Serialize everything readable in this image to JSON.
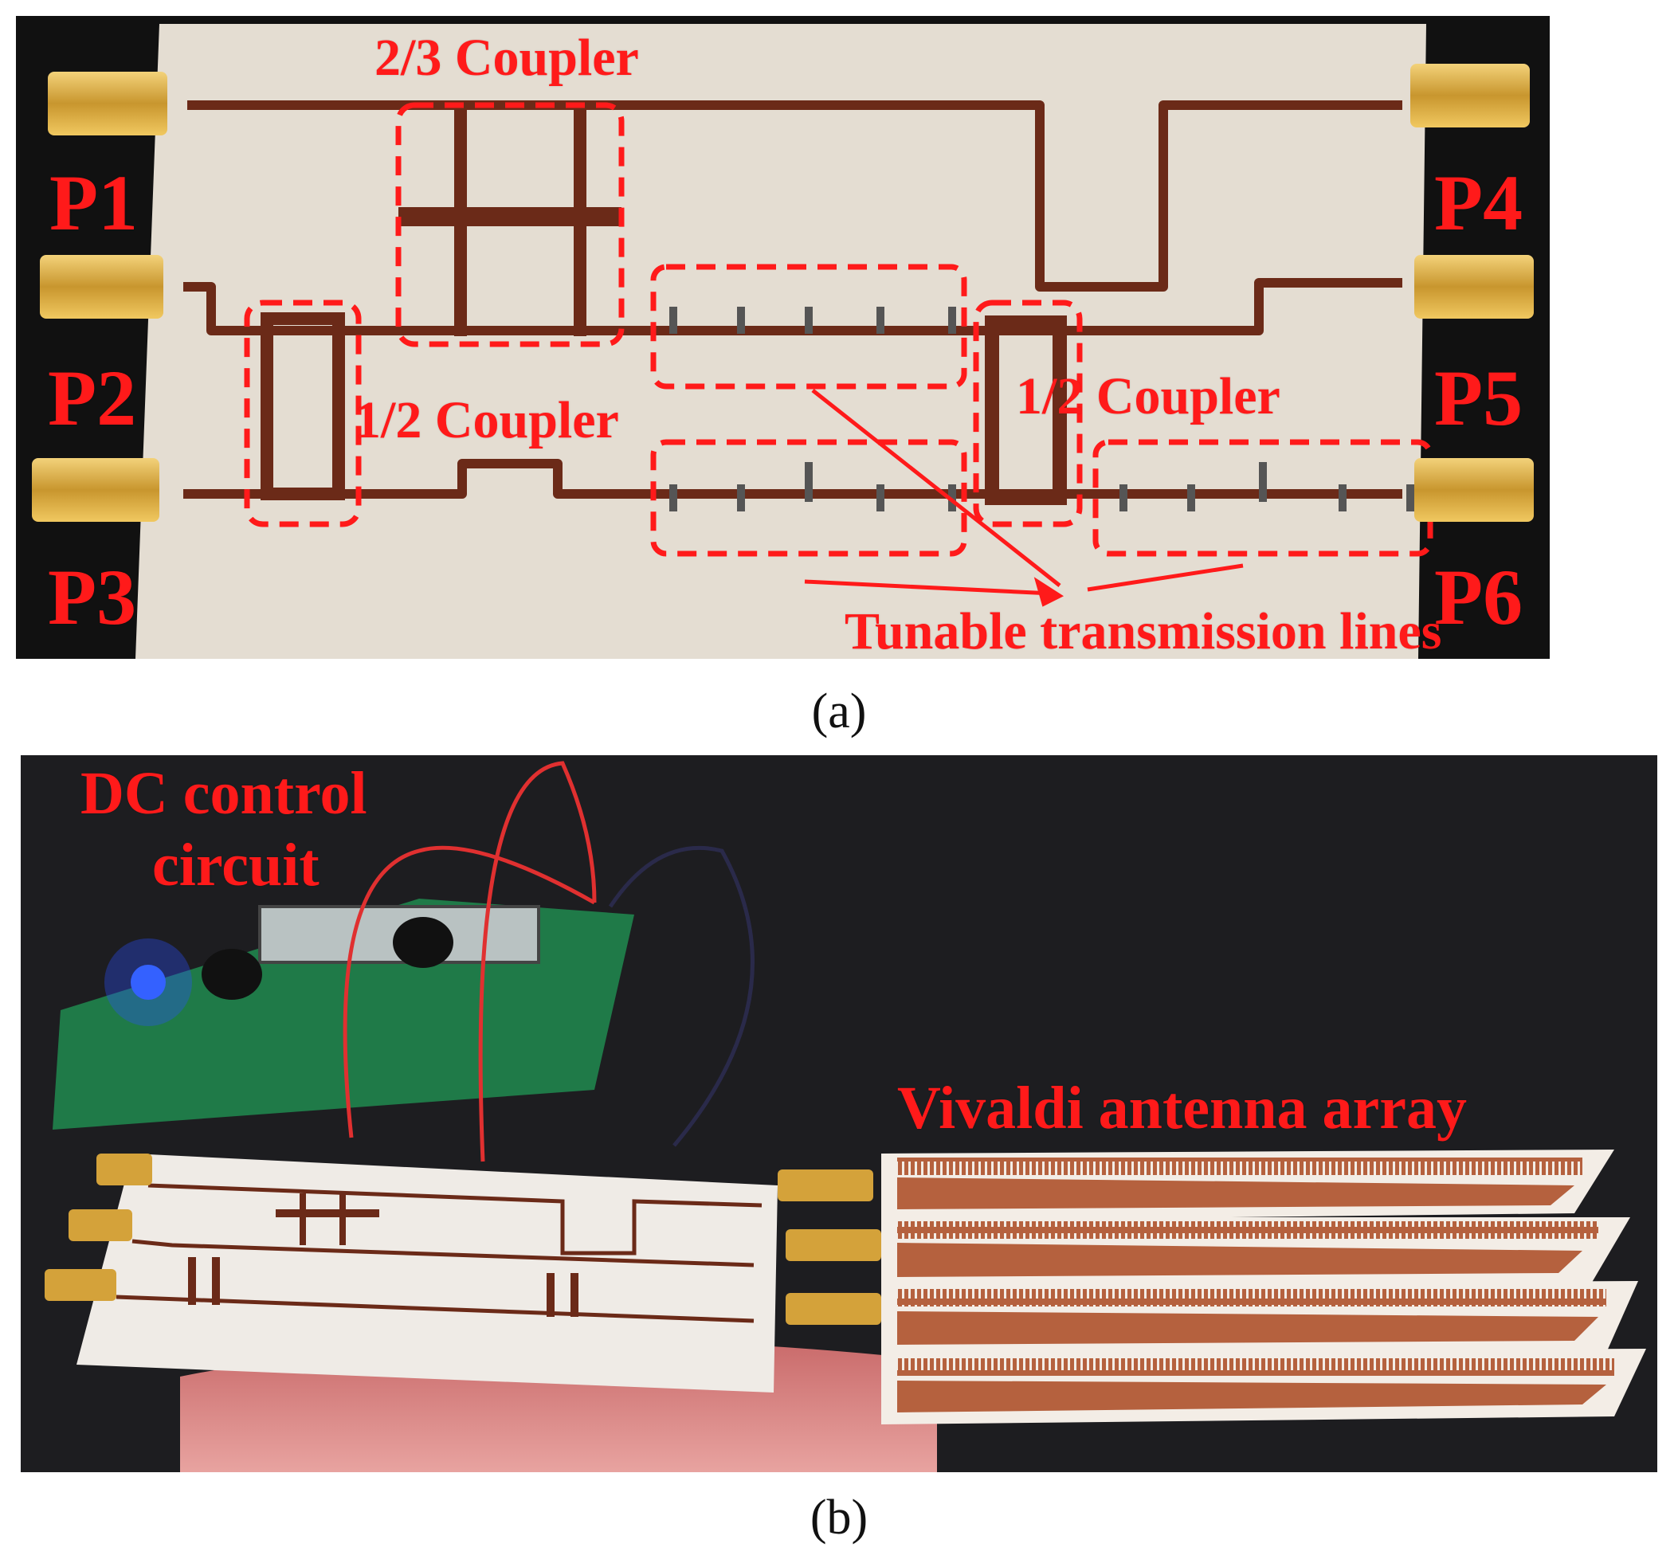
{
  "panel_a": {
    "ports": [
      "P1",
      "P2",
      "P3",
      "P4",
      "P5",
      "P6"
    ],
    "labels": {
      "coupler_2_3": "2/3 Coupler",
      "coupler_1_2_left": "1/2 Coupler",
      "coupler_1_2_right": "1/2 Coupler",
      "tunable_lines": "Tunable transmission lines"
    },
    "caption": "(a)"
  },
  "panel_b": {
    "labels": {
      "dc_control": "DC control",
      "dc_control_line2": "circuit",
      "vivaldi": "Vivaldi antenna array"
    },
    "caption": "(b)"
  },
  "colors": {
    "annotation_red": "#ff1a1a",
    "pcb_substrate": "#e4ddd2",
    "copper_trace": "#6b2a18",
    "antenna_copper": "#b5613e",
    "background_dark": "#111111"
  },
  "icons": [
    "sma-connector-icon",
    "led-icon",
    "knob-icon"
  ]
}
